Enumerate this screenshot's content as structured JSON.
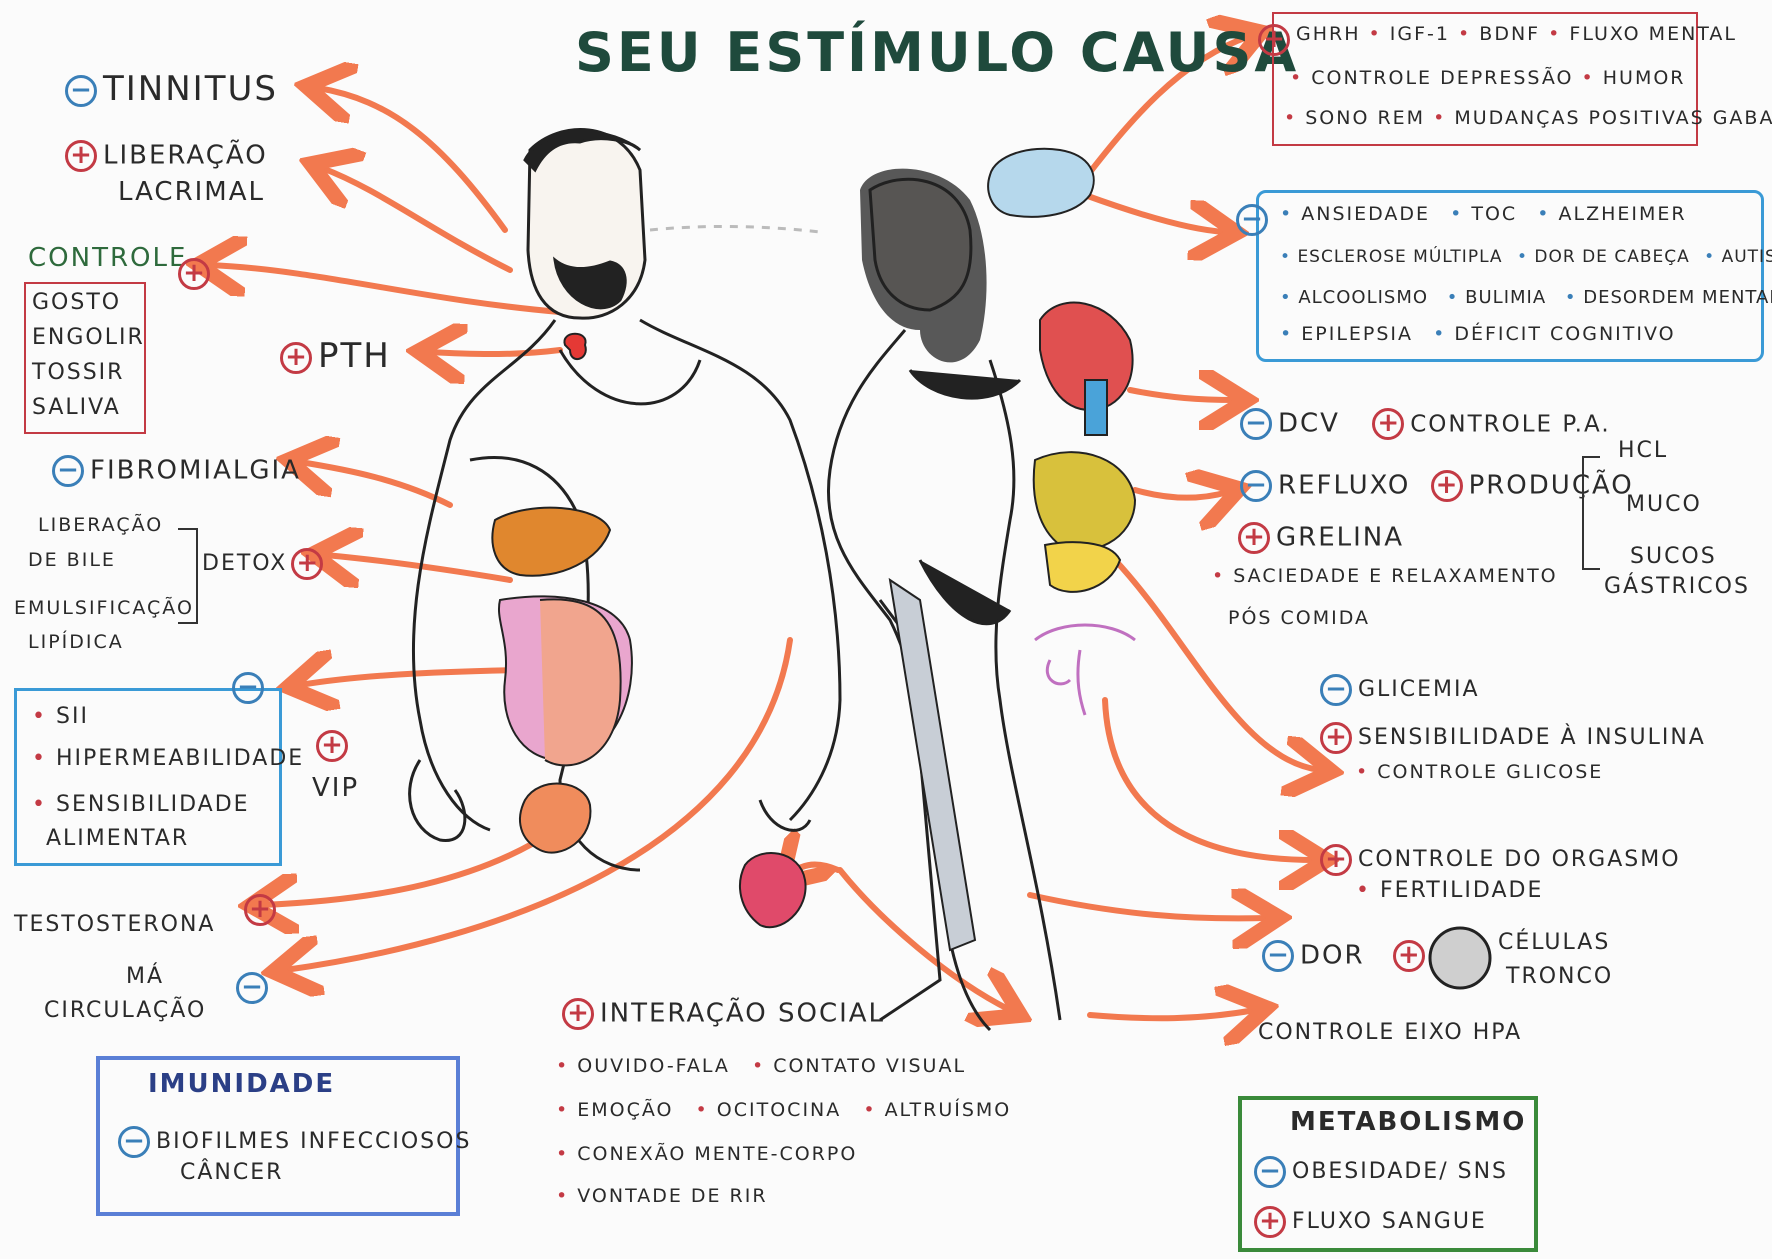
{
  "title": "SEU ESTÍMULO CAUSA",
  "colors": {
    "plus": "#c33a44",
    "minus": "#3a7fb8",
    "arrow": "#f2794f",
    "green": "#2e6a3c"
  },
  "left": {
    "tinnitus": "TINNITUS",
    "lacrimal_1": "LIBERAÇÃO",
    "lacrimal_2": "LACRIMAL",
    "controle": "CONTROLE",
    "controle_items": [
      "GOSTO",
      "ENGOLIR",
      "TOSSIR",
      "SALIVA"
    ],
    "pth": "PTH",
    "fibromialgia": "FIBROMIALGIA",
    "detox": "DETOX",
    "detox_items": [
      "LIBERAÇÃO",
      "DE BILE",
      "EMULSIFICAÇÃO",
      "LIPÍDICA"
    ],
    "gut_items": [
      "SII",
      "HIPERMEABILIDADE",
      "SENSIBILIDADE",
      "ALIMENTAR"
    ],
    "vip": "VIP",
    "testosterona": "TESTOSTERONA",
    "ma_circ_1": "MÁ",
    "ma_circ_2": "CIRCULAÇÃO"
  },
  "imunidade": {
    "title": "IMUNIDADE",
    "line1": "BIOFILMES INFECCIOSOS",
    "line2": "CÂNCER"
  },
  "social": {
    "title": "INTERAÇÃO SOCIAL",
    "items": [
      [
        "OUVIDO-FALA",
        "CONTATO VISUAL"
      ],
      [
        "EMOÇÃO",
        "OCITOCINA",
        "ALTRUÍSMO"
      ],
      [
        "CONEXÃO MENTE-CORPO"
      ],
      [
        "VONTADE DE RIR"
      ]
    ]
  },
  "brain_box": {
    "lines": [
      [
        "GHRH",
        "IGF-1",
        "BDNF",
        "FLUXO MENTAL"
      ],
      [
        "CONTROLE DEPRESSÃO",
        "HUMOR"
      ],
      [
        "SONO REM",
        "MUDANÇAS POSITIVAS GABA"
      ]
    ]
  },
  "neuro_box": {
    "lines": [
      [
        "ANSIEDADE",
        "TOC",
        "ALZHEIMER"
      ],
      [
        "ESCLEROSE MÚLTIPLA",
        "DOR DE CABEÇA",
        "AUTISMO"
      ],
      [
        "ALCOOLISMO",
        "BULIMIA",
        "DESORDEM MENTAL"
      ],
      [
        "EPILEPSIA",
        "DÉFICIT COGNITIVO"
      ]
    ]
  },
  "right": {
    "dcv": "DCV",
    "controle_pa": "CONTROLE P.A.",
    "refluxo": "REFLUXO",
    "producao": "PRODUÇÃO",
    "producao_items": [
      "HCL",
      "MUCO",
      "SUCOS",
      "GÁSTRICOS"
    ],
    "grelina": "GRELINA",
    "saciedade_1": "SACIEDADE E RELAXAMENTO",
    "saciedade_2": "PÓS COMIDA",
    "glicemia": "GLICEMIA",
    "sensibilidade": "SENSIBILIDADE À INSULINA",
    "controle_glicose": "CONTROLE GLICOSE",
    "orgasmo": "CONTROLE DO ORGASMO",
    "fertilidade": "FERTILIDADE",
    "dor": "DOR",
    "celulas_1": "CÉLULAS",
    "celulas_2": "TRONCO",
    "hpa": "CONTROLE EIXO HPA"
  },
  "metabolismo": {
    "title": "METABOLISMO",
    "line1": "OBESIDADE/ SNS",
    "line2": "FLUXO SANGUE"
  }
}
